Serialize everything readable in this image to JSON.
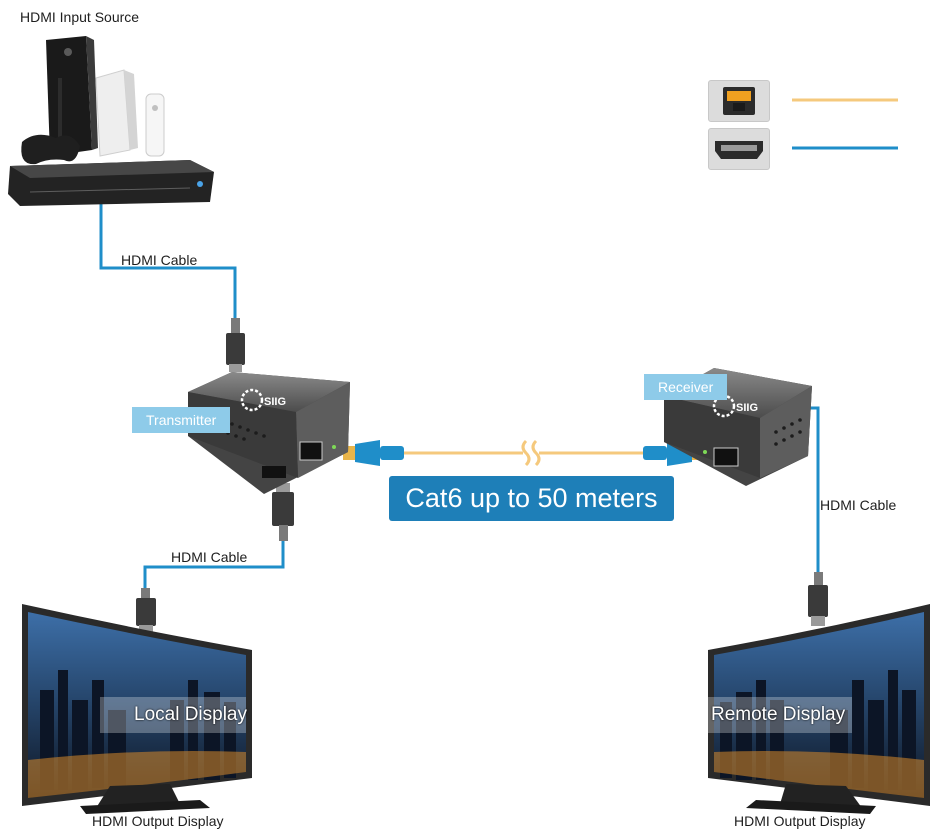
{
  "labels": {
    "source_title": "HDMI Input Source",
    "hdmi_cable_top": "HDMI Cable",
    "hdmi_cable_local": "HDMI Cable",
    "hdmi_cable_remote": "HDMI Cable",
    "transmitter": "Transmitter",
    "receiver": "Receiver",
    "cat6": "Cat6 up to 50 meters",
    "local_display": "Local Display",
    "remote_display": "Remote Display",
    "local_output": "HDMI Output Display",
    "remote_output": "HDMI Output Display",
    "brand_logo": "SIIG"
  },
  "legend": [
    {
      "icon": "rj45-port-icon",
      "color": "#f5c97d"
    },
    {
      "icon": "hdmi-port-icon",
      "color": "#1f8ec9"
    }
  ],
  "colors": {
    "hdmi_cable": "#1f8ec9",
    "cat6_cable": "#f5c97d",
    "tag_bg": "#8ecbe9",
    "cat6_bg": "#1e7fb8"
  },
  "icons": {
    "console": "game-console-icon",
    "transmitter": "hdmi-extender-transmitter-icon",
    "receiver": "hdmi-extender-receiver-icon",
    "local_tv": "curved-tv-icon",
    "remote_tv": "curved-tv-icon"
  }
}
